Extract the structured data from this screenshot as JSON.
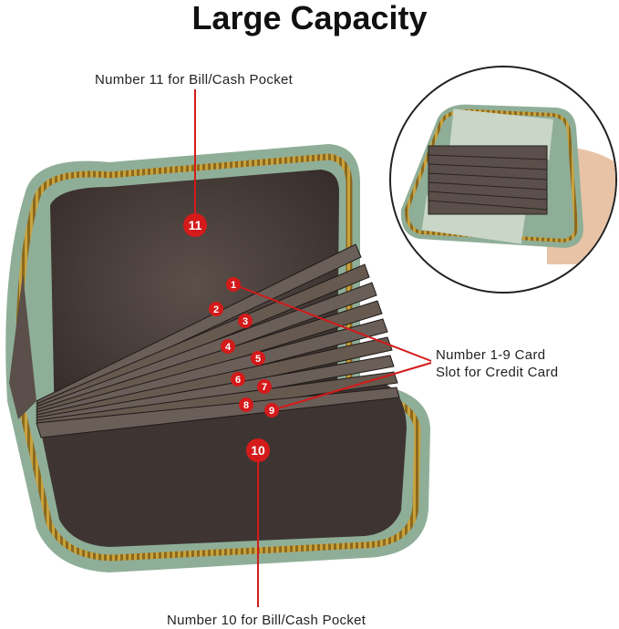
{
  "title": "Large Capacity",
  "labels": {
    "bill_pocket_11": "Number 11 for Bill/Cash Pocket",
    "card_slots_line1": "Number 1-9 Card",
    "card_slots_line2": "Slot for Credit Card",
    "bill_pocket_10": "Number 10 for Bill/Cash Pocket"
  },
  "badges": [
    "1",
    "2",
    "3",
    "4",
    "5",
    "6",
    "7",
    "8",
    "9",
    "10",
    "11"
  ],
  "colors": {
    "wallet_green": "#8fae98",
    "lining": "#4a403c",
    "zipper": "#c9a23c",
    "badge_red": "#d41a1a",
    "leader_line": "#d41a1a"
  }
}
